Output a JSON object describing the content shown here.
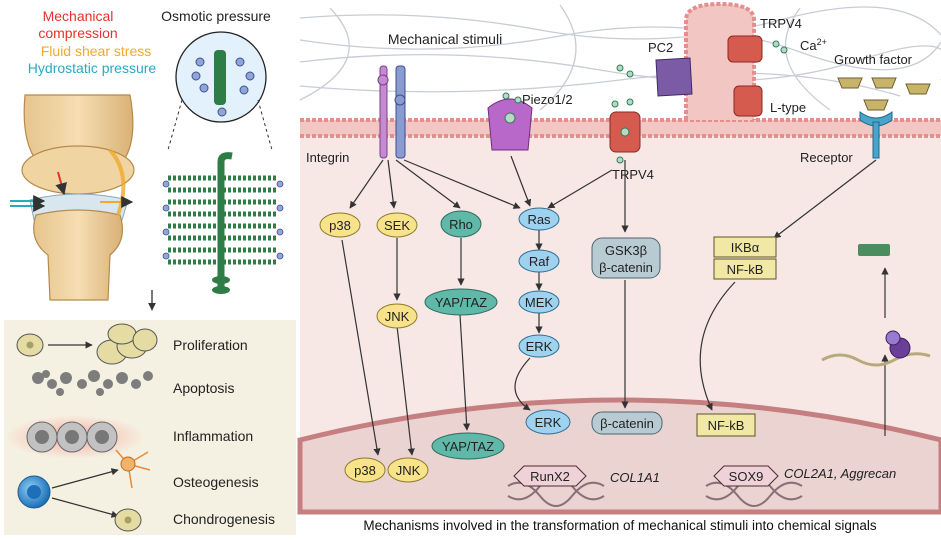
{
  "stimuli": {
    "mechanical_compression": "Mechanical compression",
    "fluid_shear_stress": "Fluid shear stress",
    "hydrostatic_pressure": "Hydrostatic pressure",
    "osmotic_pressure": "Osmotic pressure"
  },
  "outcomes": {
    "proliferation": "Proliferation",
    "apoptosis": "Apoptosis",
    "inflammation": "Inflammation",
    "osteogenesis": "Osteogenesis",
    "chondrogenesis": "Chondrogenesis"
  },
  "receptors": {
    "mechanical_stimuli": "Mechanical stimuli",
    "integrin": "Integrin",
    "piezo": "Piezo1/2",
    "trpv4_left": "TRPV4",
    "pc2": "PC2",
    "trpv4_top": "TRPV4",
    "ca": "Ca",
    "ca_sup": "2+",
    "l_type": "L-type",
    "growth_factor": "Growth factor",
    "receptor": "Receptor"
  },
  "cytoplasm": {
    "p38": "p38",
    "sek": "SEK",
    "jnk": "JNK",
    "rho": "Rho",
    "yap_taz": "YAP/TAZ",
    "ras": "Ras",
    "raf": "Raf",
    "mek": "MEK",
    "erk": "ERK",
    "gsk3b": "GSK3β",
    "bcat": "β-catenin",
    "ikba": "IKBα",
    "nfkb": "NF-kB"
  },
  "nucleus": {
    "erk": "ERK",
    "bcat": "β-catenin",
    "nfkb": "NF-kB",
    "yap_taz": "YAP/TAZ",
    "p38": "p38",
    "jnk": "JNK",
    "runx2": "RunX2",
    "col1a1": "COL1A1",
    "sox9": "SOX9",
    "col2a1": "COL2A1, Aggrecan"
  },
  "caption": "Mechanisms involved in the transformation of mechanical stimuli into chemical signals",
  "colors": {
    "mechanical": "#e4332b",
    "fluid": "#f0a92c",
    "hydrostatic": "#29a9c4",
    "membrane": "#e58e8e",
    "cytoplasm": "#f7e8e6",
    "yellow_node": "#f8e28a",
    "blue_node": "#9fd2ee",
    "teal_node": "#5fb8a8",
    "gray_node": "#b8cbd2",
    "tan_box": "#f2e8a6",
    "panel_bg": "#f5f1e2"
  }
}
